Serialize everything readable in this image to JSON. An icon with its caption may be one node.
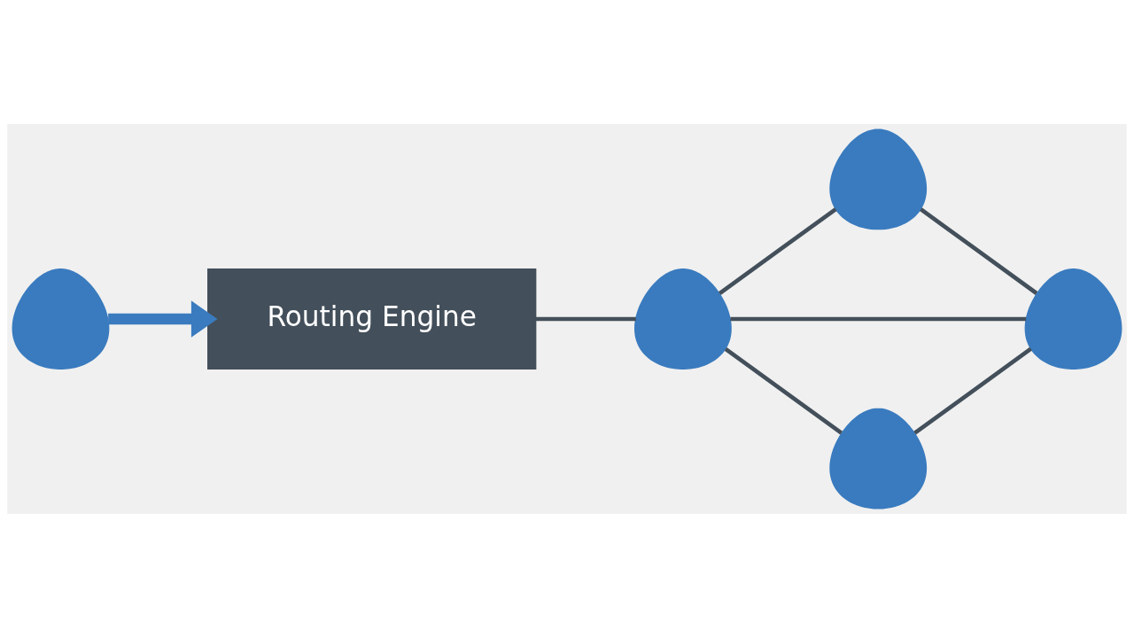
{
  "diagram": {
    "nodes": [
      {
        "text": [],
        "shape": "person"
      },
      {
        "text": [
          "Routing Engine"
        ]
      },
      {
        "text": [],
        "shape": "person"
      },
      {
        "text": [],
        "shape": "person"
      },
      {
        "text": [],
        "shape": "person"
      },
      {
        "text": [],
        "shape": "person"
      }
    ],
    "edges": [
      {
        "from": 0,
        "to": 1,
        "arrow": "to",
        "style": "thick",
        "color": "#3a7bbf"
      },
      {
        "from": 1,
        "to": 3,
        "arrow": "none"
      },
      {
        "from": 3,
        "to": 2,
        "arrow": "none"
      },
      {
        "from": 2,
        "to": 4,
        "arrow": "none"
      },
      {
        "from": 3,
        "to": 4,
        "arrow": "none"
      },
      {
        "from": 3,
        "to": 5,
        "arrow": "none"
      },
      {
        "from": 5,
        "to": 4,
        "arrow": "none"
      }
    ]
  }
}
